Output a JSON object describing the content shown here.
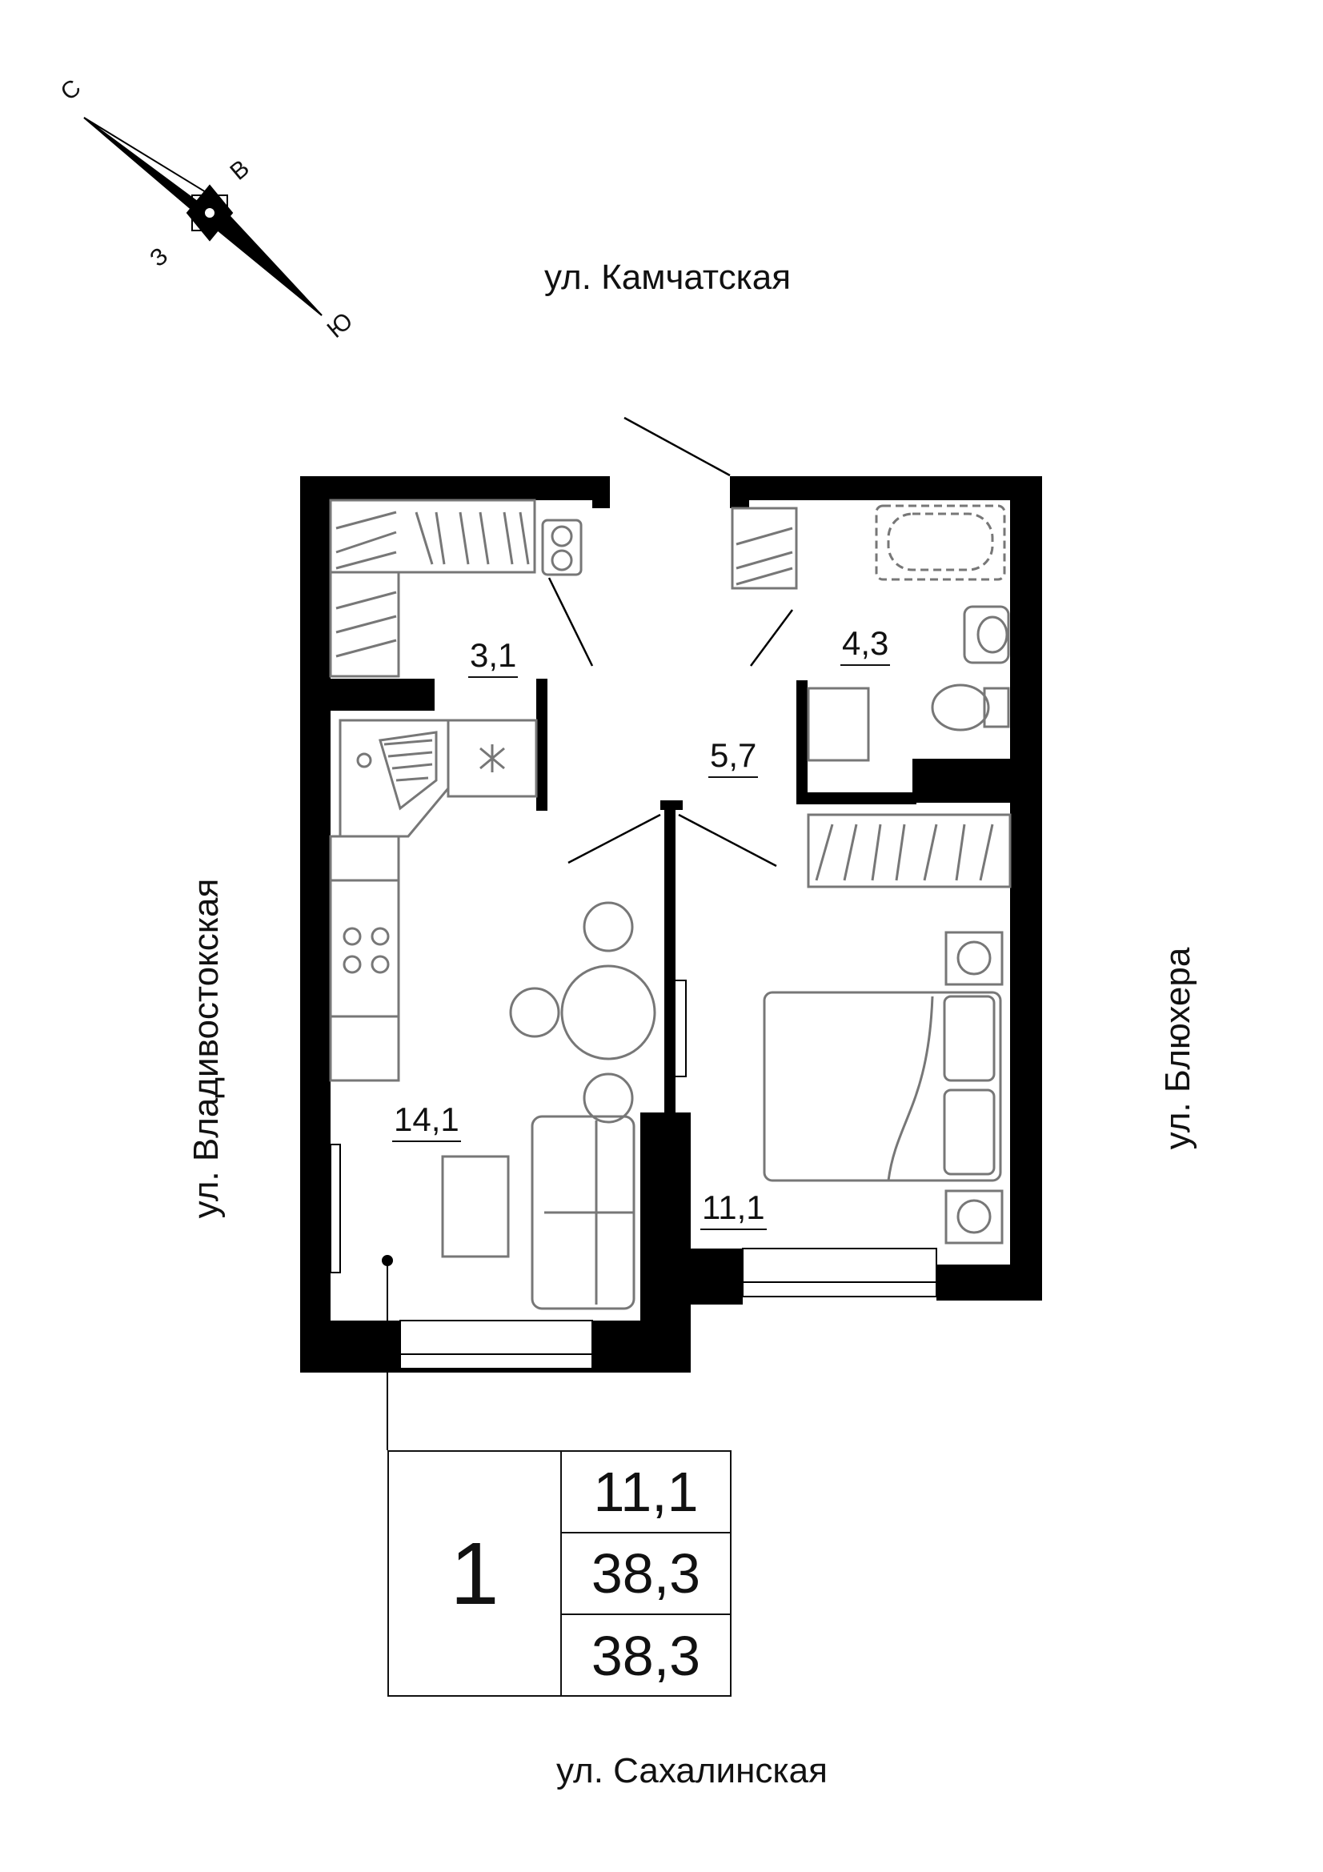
{
  "compass": {
    "north": "С",
    "east": "В",
    "south": "Ю",
    "west": "З"
  },
  "streets": {
    "top": "ул. Камчатская",
    "bottom": "ул. Сахалинская",
    "left": "ул. Владивостокская",
    "right": "ул. Блюхера"
  },
  "rooms": {
    "storage": "3,1",
    "bathroom": "4,3",
    "hall": "5,7",
    "kitchen_living": "14,1",
    "bedroom": "11,1"
  },
  "summary": {
    "room_count": "1",
    "living_area": "11,1",
    "total_area": "38,3",
    "total_area_with_balcony": "38,3"
  },
  "colors": {
    "wall": "#000000",
    "furniture": "#777777",
    "line": "#111111"
  }
}
